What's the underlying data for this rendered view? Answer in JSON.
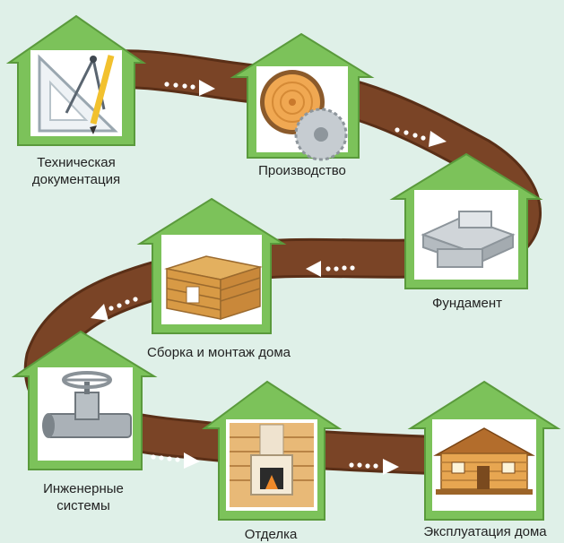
{
  "colors": {
    "background": "#dff0e8",
    "road": "#7a4426",
    "road_edge": "#5a2f17",
    "house_outer": "#7cc25a",
    "house_dark": "#5a9a3c",
    "house_inner": "#ffffff",
    "arrow": "#ffffff"
  },
  "stages": [
    {
      "id": "tech-docs",
      "label_lines": [
        "Техническая",
        "документация"
      ],
      "icon": "drafting-tools-icon"
    },
    {
      "id": "production",
      "label_lines": [
        "Производство"
      ],
      "icon": "log-saw-icon"
    },
    {
      "id": "foundation",
      "label_lines": [
        "Фундамент"
      ],
      "icon": "concrete-blocks-icon"
    },
    {
      "id": "assembly",
      "label_lines": [
        "Сборка и монтаж дома"
      ],
      "icon": "log-frame-icon"
    },
    {
      "id": "engineering",
      "label_lines": [
        "Инженерные",
        "системы"
      ],
      "icon": "pipe-valve-icon"
    },
    {
      "id": "finishing",
      "label_lines": [
        "Отделка"
      ],
      "icon": "fireplace-icon"
    },
    {
      "id": "operation",
      "label_lines": [
        "Эксплуатация дома"
      ],
      "icon": "wooden-house-icon"
    }
  ],
  "arrows": [
    {
      "id": "a1",
      "direction": "right"
    },
    {
      "id": "a2",
      "direction": "right"
    },
    {
      "id": "a3",
      "direction": "left"
    },
    {
      "id": "a4",
      "direction": "left"
    },
    {
      "id": "a5",
      "direction": "right"
    },
    {
      "id": "a6",
      "direction": "right"
    }
  ]
}
